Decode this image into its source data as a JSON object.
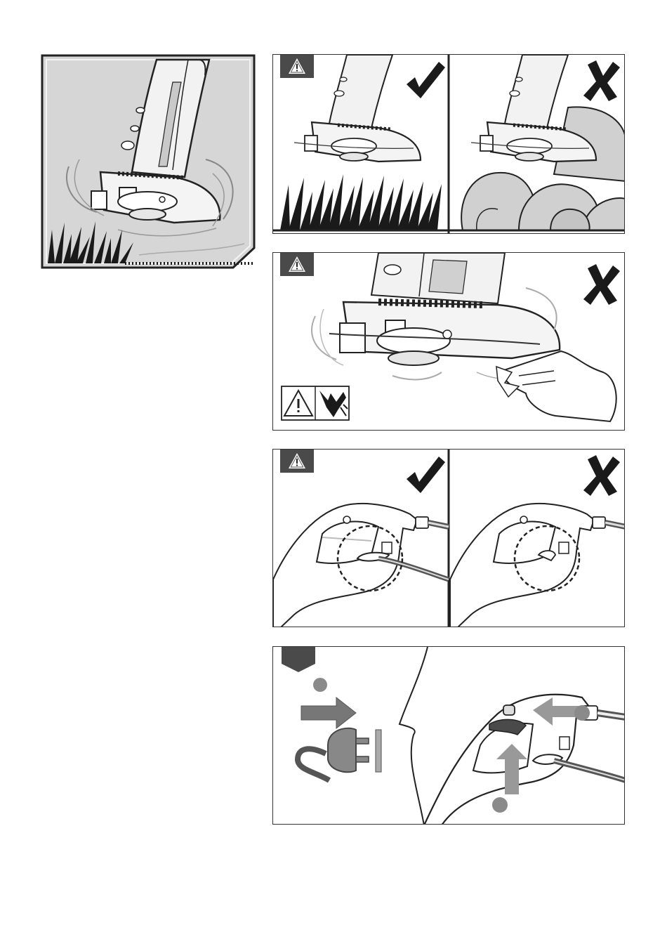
{
  "page": {
    "background": "#ffffff",
    "ink": "#1a1a1a",
    "grey_fill": "#d6d6d6",
    "tab_fill": "#4a4a4a"
  },
  "figures": {
    "intro": {
      "icon": "trimmer-cutting-grass"
    },
    "fig_a": {
      "icon": "warning-triangle-icon",
      "ok": {
        "icon": "check-mark-icon",
        "scene": "trimmer-over-grass"
      },
      "bad": {
        "icon": "cross-mark-icon",
        "scene": "trimmer-over-stones"
      }
    },
    "fig_b": {
      "icon": "warning-triangle-icon",
      "bad": {
        "icon": "cross-mark-icon",
        "scene": "hand-touching-rotating-line"
      },
      "pictograms": [
        "warning-triangle-icon",
        "hand-cut-hazard-icon"
      ]
    },
    "fig_c": {
      "icon": "warning-triangle-icon",
      "ok": {
        "icon": "check-mark-icon",
        "scene": "cable-in-strain-relief"
      },
      "bad": {
        "icon": "cross-mark-icon",
        "scene": "cable-not-in-strain-relief"
      }
    },
    "fig_d": {
      "icon": "step-tab-icon",
      "scene": "unplug-then-press-lock-and-trigger",
      "markers": 3
    }
  }
}
